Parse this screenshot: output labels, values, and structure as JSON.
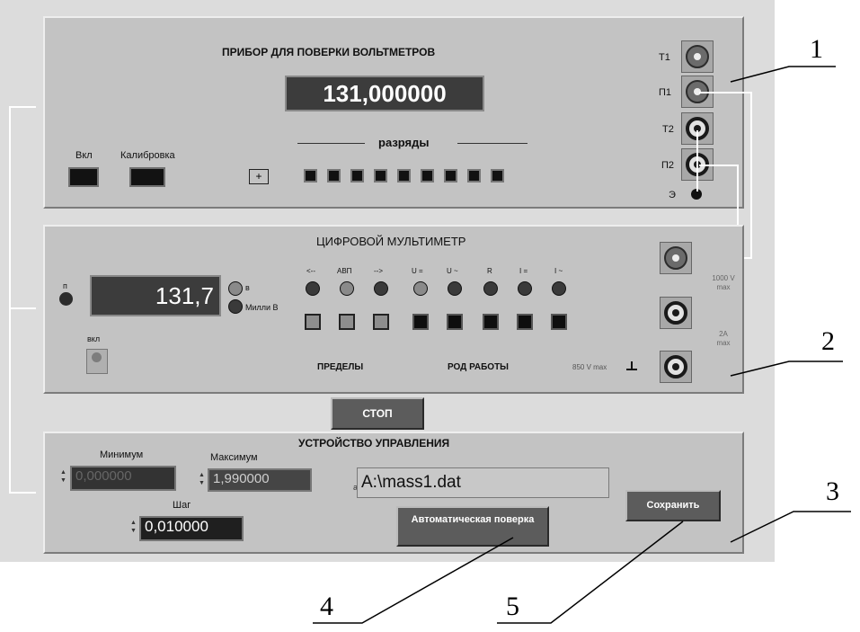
{
  "voltmeter_calibrator": {
    "title": "ПРИБОР ДЛЯ ПОВЕРКИ ВОЛЬТМЕТРОВ",
    "display": "131,000000",
    "power_label": "Вкл",
    "calibration_label": "Калибровка",
    "plus_label": "+",
    "digits_label": "разряды",
    "terminals": [
      "Т1",
      "П1",
      "Т2",
      "П2",
      "Э"
    ]
  },
  "multimeter": {
    "title": "ЦИФРОВОЙ МУЛЬТИМЕТР",
    "led_label": "п",
    "display": "131,7",
    "unit_v": "в",
    "unit_mv": "Милли В",
    "power_label": "вкл",
    "mode_labels": [
      "<--",
      "АВП",
      "-->",
      "U =",
      "U ~",
      "R",
      "I =",
      "I ~"
    ],
    "limits_label": "ПРЕДЕЛЫ",
    "mode_label": "РОД РАБОТЫ",
    "voltage_limit_label": "850 V max",
    "max_1000v_label": "1000 V max",
    "max_2a_label": "2A max"
  },
  "stop_button": "СТОП",
  "controller": {
    "title": "УСТРОЙСТВО УПРАВЛЕНИЯ",
    "min_label": "Минимум",
    "min_value": "0,000000",
    "max_label": "Максимум",
    "max_value": "1,990000",
    "step_label": "Шаг",
    "step_value": "0,010000",
    "file_path": "A:\\mass1.dat",
    "auto_button": "Автоматическая поверка",
    "save_button": "Сохранить"
  },
  "callouts": [
    "1",
    "2",
    "3",
    "4",
    "5"
  ]
}
